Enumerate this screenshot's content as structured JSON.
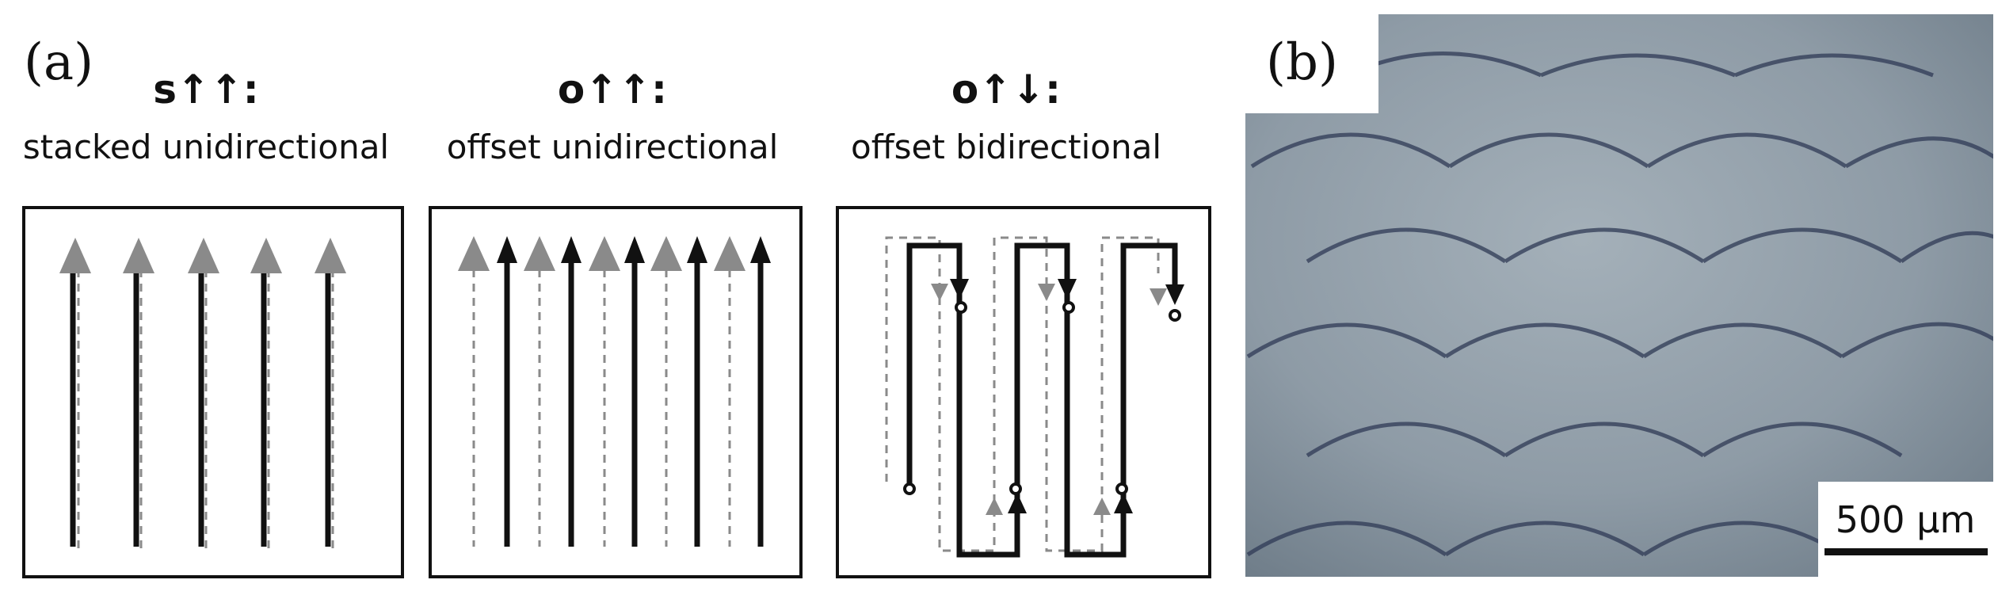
{
  "panel_a": {
    "label": "(a)",
    "patterns": [
      {
        "code": "s↑↑:",
        "description": "stacked unidirectional"
      },
      {
        "code": "o↑↑:",
        "description": "offset unidirectional"
      },
      {
        "code": "o↑↓:",
        "description": "offset bidirectional"
      }
    ]
  },
  "panel_b": {
    "label": "(b)",
    "scale_bar": "500 μm"
  },
  "colors": {
    "solid_track": "#111111",
    "dashed_track": "#8a8a8a",
    "arrow_gray": "#8a8a8a",
    "micrograph_base": "#8d9aa5",
    "melt_pool_line": "#2f3a55"
  }
}
